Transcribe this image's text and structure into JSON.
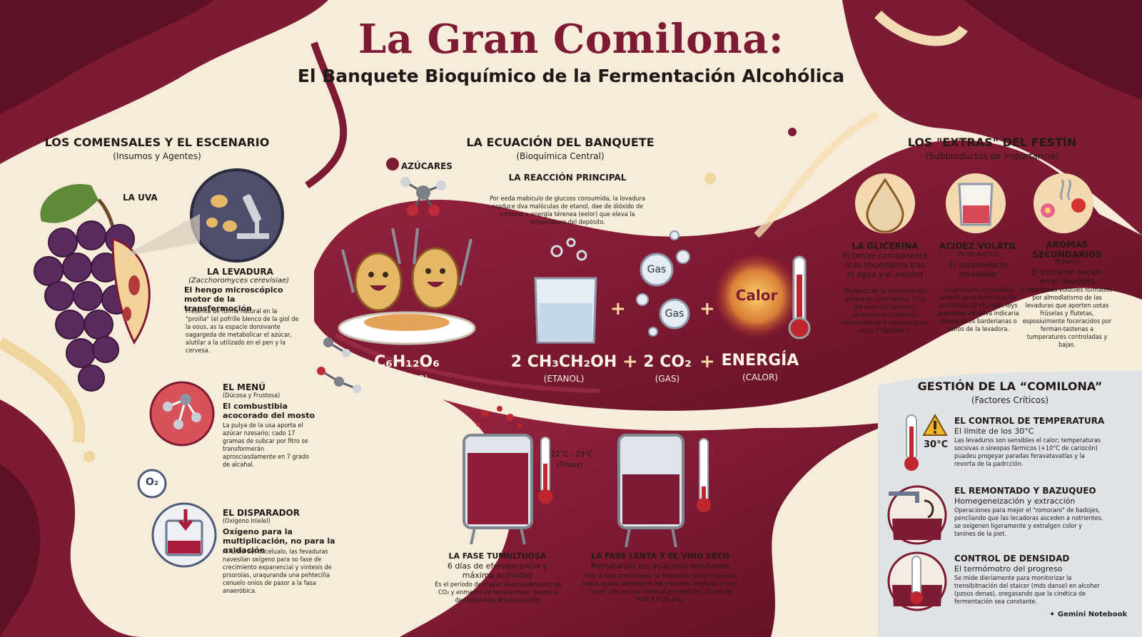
{
  "header": {
    "title": "La Gran Comilona:",
    "subtitle": "El Banquete Bioquímico de la Fermentación Alcohólica"
  },
  "left": {
    "heading": "LOS COMENSALES Y EL ESCENARIO",
    "subheading": "(Insumos y Agentes)",
    "grape_label": "LA UVA",
    "yeast": {
      "title": "LA LEVADURA",
      "latin": "(Zacchoromyces cerevisiae)",
      "subtitle": "El hengo microscópico motor de la transfermoción",
      "body": "Presenta de forma natural en la \"proiña\" (el pofrille blenco de la giol de la oous, as la espacie doroivante oagargeda de metabolicar el azúcar, alutilar a la utilizado en el pen y la cervesa."
    },
    "menu": {
      "title": "EL MENÚ",
      "paren": "(Dúcosa y Frustosa)",
      "subtitle": "El combustibia acocorado del mosto",
      "body": "La pulya de la usa aporta el azúcar nzesario; cado 17 gramas de subcar por fitro se transformerán aprosciasdamente en 7 grado de alcahal."
    },
    "trigger": {
      "title": "EL DISPARADOR",
      "paren": "(Oxígeno Inielel)",
      "subtitle": "Oxígeno para la multiplicación, no para la oxidación",
      "body": "Al iuicio del oucelualo, las fevaduras navesilan oxígeno para so fase de crecimiento expanencial y vintesis de prsorolas, uraquranda una pehtecíña cenuelo onios de pasor a la fasa anaeróbica."
    },
    "o2_label": "O₂"
  },
  "center": {
    "heading": "LA ECUACIÓN DEL BANQUETE",
    "subheading": "(Bioquímica Central)",
    "sugars_label": "AZÚCARES",
    "reaction_title": "LA REACCIÓN PRINCIPAL",
    "reaction_body": "Por eeda mabiculo de glucoss consumida, la lovadura produce dva malóculas de etanol, dae de dióxido de corbono y energía térenea (eelor) que eleva la temperatura del depósito.",
    "equation": {
      "sugar": "C₆H₁₂O₆",
      "sugar_label": "(AZÚCAR)",
      "ethanol": "2 CH₃CH₂OH",
      "ethanol_label": "(ETANOL)",
      "co2": "2 CO₂",
      "co2_label": "(GAS)",
      "energy": "ENERGÍA",
      "energy_label": "(CALOR)",
      "plus": "+"
    },
    "gas_label": "Gas",
    "heat_label": "Calor",
    "tumultuous": {
      "temp": "22°C - 29°C",
      "temp_note": "(Tinlos)",
      "title": "LA FASE TUMULTUOSA",
      "subtitle": "6 días de efervescencia y máxima actividad",
      "body": "Es el periodo de mayor despraudimiento de CO₂ y enmento de temperatura, donde la densidad beja drásticamente."
    },
    "slow": {
      "title": "LA FASE LENTA Y EL VINO SECO",
      "subtitle": "Rematando los acúcares residuales",
      "body": "Tras la fase tumultuosa, la fermentación se rolentiea boxta apatar tendmente los méxores, deytudo el vine \"sece\" (sin acúcar residual perceptible). Duración total 8 a 20 días."
    }
  },
  "right": {
    "heading": "LOS \"EXTRAS\" DEL FESTÍN",
    "subheading": "(Subproductos de Importancia)",
    "items": [
      {
        "title": "LA GLICERINA",
        "subtitle": "El tercer componente más importante tras el agua y el alcohol",
        "body": "Producto de la fermentación glicere-picúsito (apros. 1/10 del peso del aicólira), proprecione suerénsú, nierciopelado y ostrastura en boca (\"Ngriloet\")."
      },
      {
        "title": "ACIDEZ VOLÁTIL",
        "paren": "(Acido Acético)",
        "subtitle": "El subproducto inevitable",
        "body": "Un producto secondario anreral de la fermentación alcohótica (U I-h,) g/D. Ioys presesula aataaiva indicaria uilsenciones barderianas o usirós de la levadora."
      },
      {
        "title": "AROMAS SECUNDARIOS",
        "paren": "(Estaros)",
        "subtitle": "El porfume nacido en el depósito",
        "body": "Composstos voldtiles formados por almodlatismo de las levaduras que aporten uotas früselas y flutetas, esposiuimente foceracidos por ferman-tastenas a tumperatures controladas y bajas."
      }
    ],
    "management": {
      "heading": "GESTIÓN DE LA “COMILONA”",
      "subheading": "(Factores Críticos)",
      "temp_badge": "30°C",
      "items": [
        {
          "title": "EL CONTROL DE TEMPERATURA",
          "subtitle": "El límite de los 30°C",
          "body": "Las levadurss son sensibles el calor; temperaturas socsivas o sireopas fármicos (+10°C de cariocón) puadeu progeyar paradas feravatavatías y la revorta de la padrcción."
        },
        {
          "title": "EL REMONTADO Y BAZUQUEO",
          "subtitle": "Homegeneización y extracción",
          "body": "Operaciones para mejor el \"romoraro\" de badojes, pencíiando que las lecadoras asceden a notrientes, se oxigenen ligeramente y extralgen color y tanines de la piet."
        },
        {
          "title": "CONTROL DE DENSIDAD",
          "subtitle": "El termómotro del progreso",
          "body": "Se mide dieriamente para monitorizar la trensibitnación del staicer (mds danse) en alcoher (pzoos denas), oregasando que la cinética de fermentación sea constante."
        }
      ]
    }
  },
  "footer": {
    "brand": "Gemini Notebook"
  },
  "colors": {
    "wine": "#7d1a34",
    "wine_dark": "#5e1024",
    "cream": "#f7ecd9",
    "gold": "#e8c88c",
    "grey_panel": "#dfe3e6"
  }
}
